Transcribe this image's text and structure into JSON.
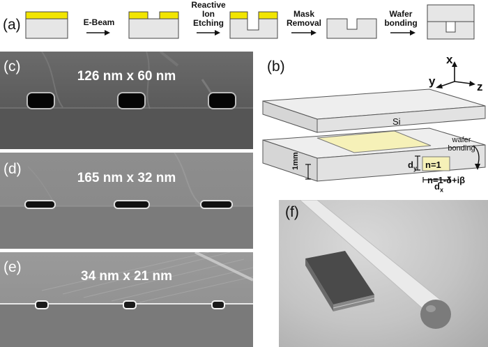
{
  "panel_a": {
    "label": "(a)",
    "steps": [
      {
        "lines": [
          "E-Beam"
        ]
      },
      {
        "lines": [
          "Reactive",
          "Ion",
          "Etching"
        ]
      },
      {
        "lines": [
          "Mask",
          "Removal"
        ]
      },
      {
        "lines": [
          "Wafer",
          "bonding"
        ]
      }
    ],
    "colors": {
      "mask": "#f2e500",
      "wafer": "#e6e6e6",
      "outline": "#444444"
    }
  },
  "panel_b": {
    "label": "(b)",
    "axes": {
      "x": "x",
      "y": "y",
      "z": "z"
    },
    "top_plate_label": "Si",
    "bonding_label_line1": "wafer",
    "bonding_label_line2": "bonding",
    "thickness_label": "1mm",
    "dy_main": "d",
    "dy_sub": "y",
    "dx_main": "d",
    "dx_sub": "x",
    "core_index": "n=1",
    "cladding_index": "n=1-δ+iβ",
    "channel_color": "#f6f1b8"
  },
  "sem_images": [
    {
      "label": "(c)",
      "title": "126 nm x 60 nm"
    },
    {
      "label": "(d)",
      "title": "165 nm x 32 nm"
    },
    {
      "label": "(e)",
      "title": "34 nm x 21 nm"
    }
  ],
  "panel_f": {
    "label": "(f)"
  }
}
